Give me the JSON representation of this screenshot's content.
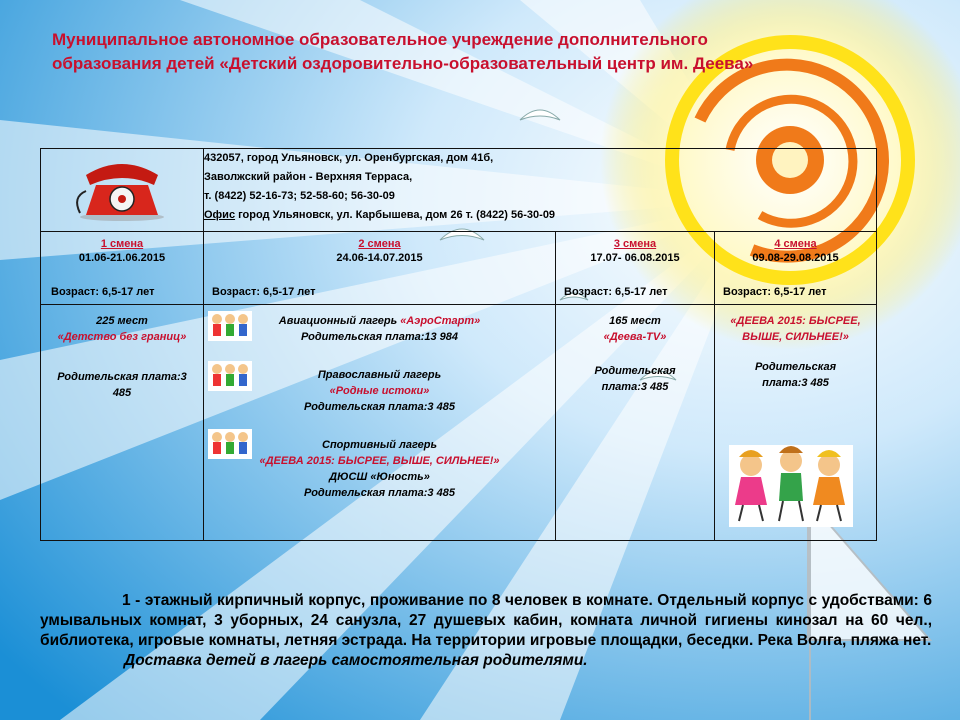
{
  "title": "Муниципальное автономное образовательное учреждение дополнительного образования детей «Детский оздоровительно-образовательный центр им. Деева»",
  "icons": {
    "phone": "phone-icon",
    "kids": "children-icon"
  },
  "colors": {
    "accent_red": "#c8102e",
    "sky_blue": "#3aa3e0",
    "sun_orange": "#f07a1a"
  },
  "address": {
    "line1": "432057, город Ульяновск, ул.  Оренбургская, дом 41б,",
    "line2": "Заволжский район - Верхняя Терраса,",
    "line3": "т. (8422) 52-16-73;  52-58-60;  56-30-09",
    "office_label": "Офис",
    "office_text": " город Ульяновск, ул. Карбышева,  дом 26 т. (8422) 56-30-09"
  },
  "shifts": [
    {
      "name": "1 смена",
      "dates": "01.06-21.06.2015",
      "age": "Возраст:  6,5-17 лет"
    },
    {
      "name": "2 смена",
      "dates": "24.06-14.07.2015",
      "age": "Возраст:  6,5-17 лет"
    },
    {
      "name": "3 смена",
      "dates": "17.07- 06.08.2015",
      "age": "Возраст:  6,5-17 лет"
    },
    {
      "name": "4 смена",
      "dates": "09.08-29.08.2015",
      "age": "Возраст:  6,5-17 лет"
    }
  ],
  "camps": {
    "s1": {
      "places": "225 мест",
      "name": "«Детство без границ»",
      "fee": "Родительская плата:3 485"
    },
    "s2": {
      "aero_prefix": "Авиационный лагерь ",
      "aero_name": "«АэроСтарт»",
      "aero_fee": "Родительская плата:13 984",
      "orth_type": "Православный лагерь",
      "orth_name": "«Родные истоки»",
      "orth_fee": "Родительская плата:3 485",
      "sport_type": "Спортивный лагерь",
      "sport_name": "«ДЕЕВА 2015: БЫСРЕЕ, ВЫШЕ, СИЛЬНЕЕ!»",
      "sport_org": "ДЮСШ «Юность»",
      "sport_fee": "Родительская плата:3 485"
    },
    "s3": {
      "places": "165 мест",
      "name": "«Деева-TV»",
      "fee": "Родительская плата:3 485"
    },
    "s4": {
      "name": "«ДЕЕВА 2015: БЫСРЕЕ, ВЫШЕ, СИЛЬНЕЕ!»",
      "fee": "Родительская плата:3 485"
    }
  },
  "description": "1 - этажный кирпичный корпус, проживание по 8 человек в комнате. Отдельный корпус с удобствами: 6 умывальных комнат, 3 уборных, 24 санузла,  27 душевых кабин, комната личной гигиены кинозал на 60 чел.,  библиотека, игровые комнаты, летняя эстрада. На территории игровые площадки, беседки. Река Волга, пляжа нет.",
  "delivery": "Доставка детей в лагерь самостоятельная родителями."
}
